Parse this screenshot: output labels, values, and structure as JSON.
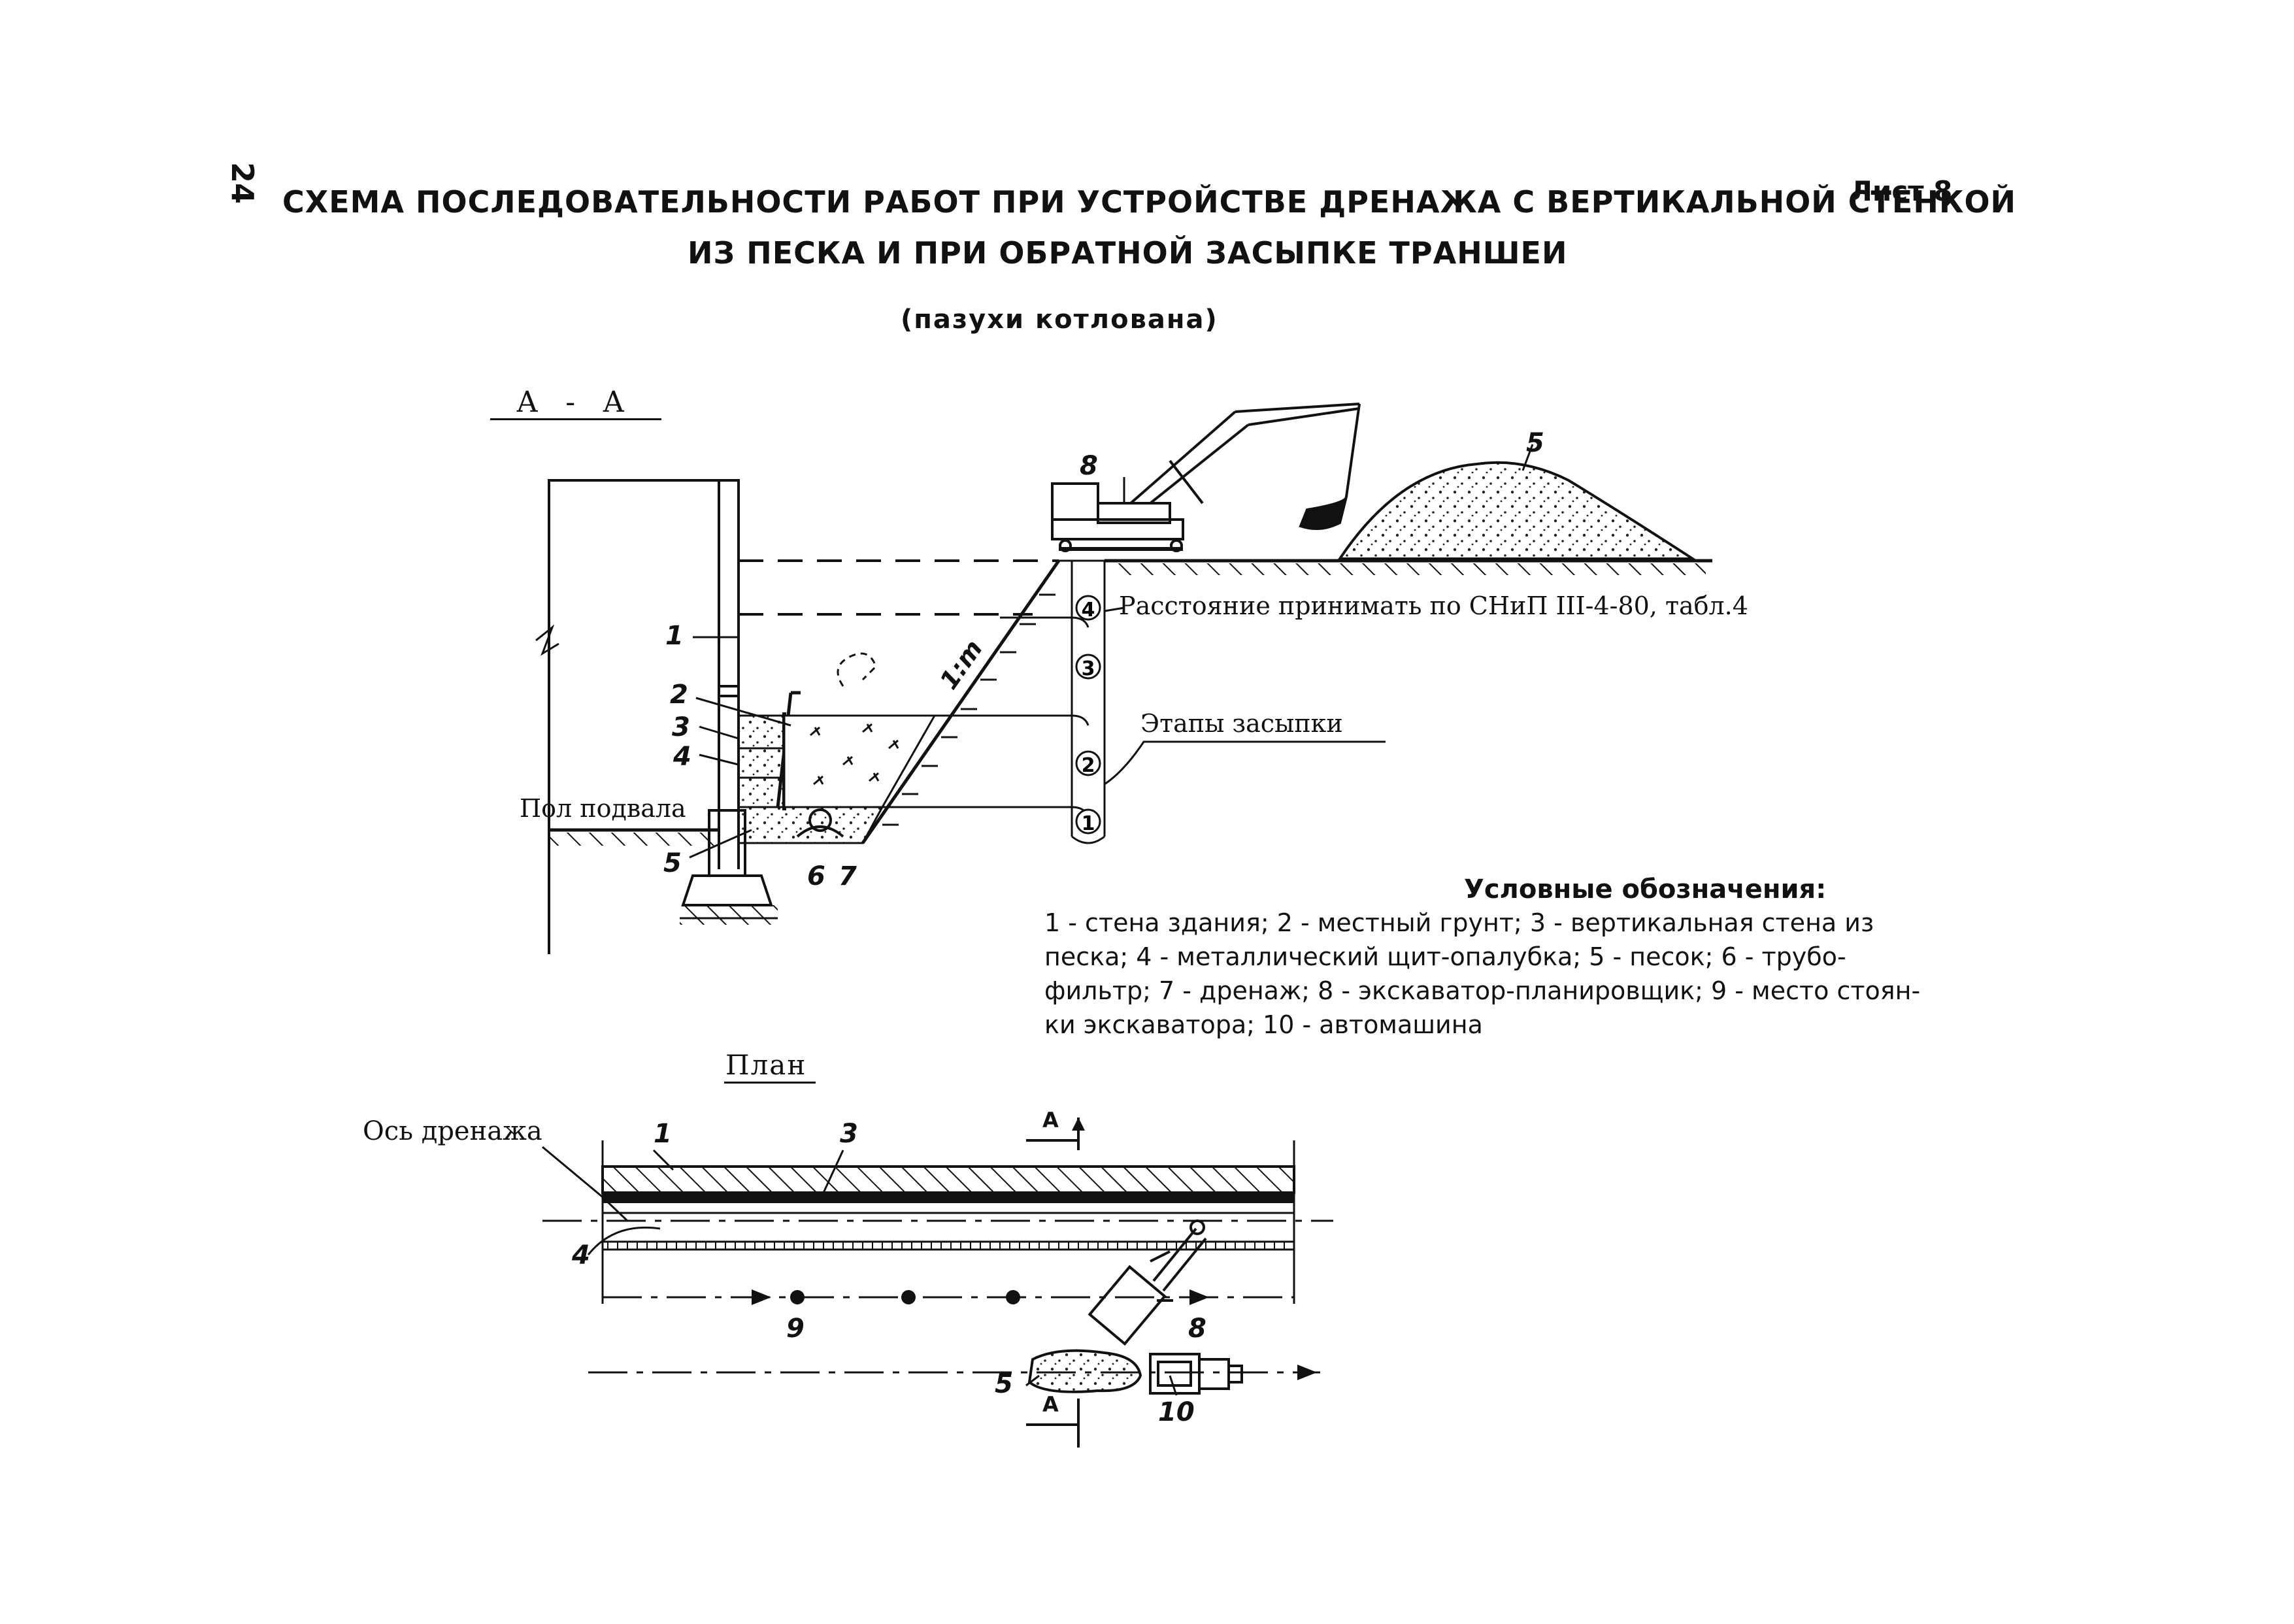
{
  "page_number": "24",
  "sheet_label": "Лист 8",
  "title_line1": "СХЕМА ПОСЛЕДОВАТЕЛЬНОСТИ РАБОТ ПРИ УСТРОЙСТВЕ ДРЕНАЖА С ВЕРТИКАЛЬНОЙ СТЕНКОЙ",
  "title_line2": "ИЗ ПЕСКА И ПРИ  ОБРАТНОЙ ЗАСЫПКЕ ТРАНШЕИ",
  "subtitle": "(пазухи котлована)",
  "section": {
    "label": "А - А",
    "floor_label": "Пол подвала",
    "distance_note": "Расстояние принимать по СНиП  III-4-80,  табл.4",
    "stages_label": "Этапы засыпки",
    "slope_label": "1:m",
    "stage_numbers": [
      "1",
      "2",
      "3",
      "4"
    ],
    "callouts": {
      "n1": "1",
      "n2": "2",
      "n3": "3",
      "n4": "4",
      "n5": "5",
      "n6": "6",
      "n7": "7",
      "n8": "8",
      "n5b": "5"
    }
  },
  "legend": {
    "title": "Условные обозначения:",
    "text": "1 - стена здания; 2 - местный грунт; 3 - вертикальная стена из\nпеска; 4 - металлический щит-опалубка; 5 - песок; 6 - трубо-\nфильтр; 7 - дренаж; 8 - экскаватор-планировщик; 9 - место стоян-\nки экскаватора; 10 - автомашина"
  },
  "plan": {
    "label": "План",
    "axis_label": "Ось дренажа",
    "section_mark": "А",
    "callouts": {
      "n1": "1",
      "n3": "3",
      "n4": "4",
      "n5": "5",
      "n8": "8",
      "n9": "9",
      "n10": "10"
    }
  }
}
